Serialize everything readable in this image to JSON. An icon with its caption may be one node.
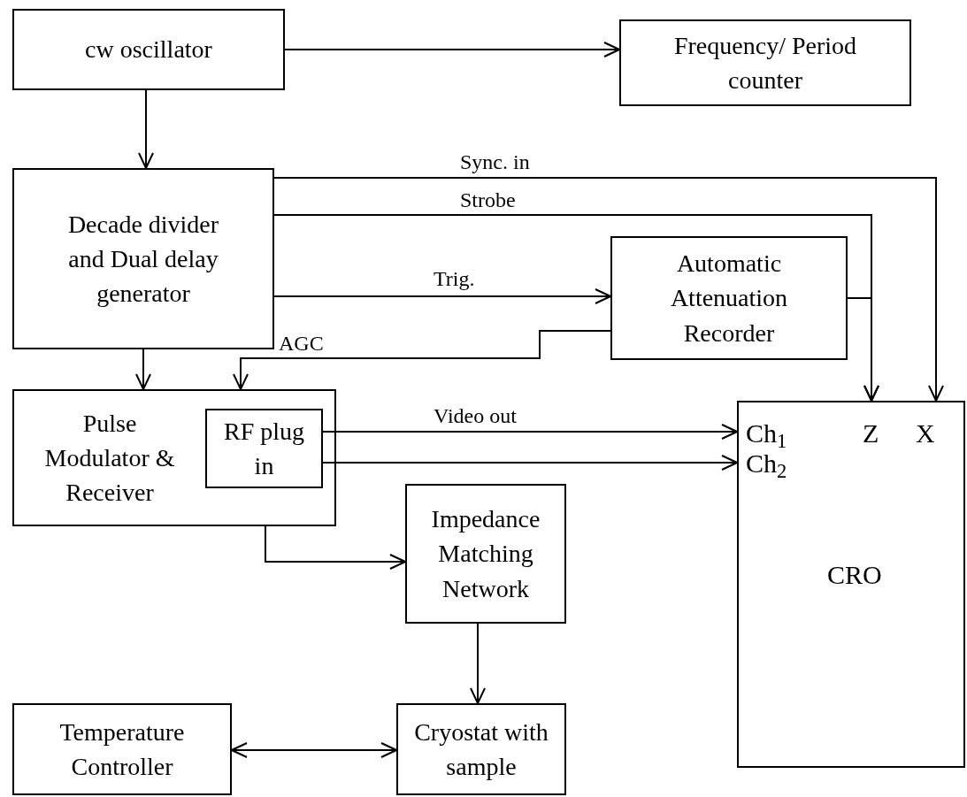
{
  "diagram": {
    "nodes": [
      {
        "text": [
          "cw oscillator"
        ]
      },
      {
        "text": [
          "Frequency/ Period counter"
        ]
      },
      {
        "text": [
          "Decade divider and Dual delay generator"
        ]
      },
      {
        "text": [
          "Automatic Attenuation Recorder"
        ]
      },
      {
        "text": [
          "Pulse Modulator & Receiver"
        ]
      },
      {
        "text": [
          "RF plug in"
        ],
        "in": 4
      },
      {
        "text": [
          "Ch$_{1}$",
          "Z",
          "X",
          "Ch$_{2}$",
          "CRO"
        ]
      },
      {
        "text": [
          "Impedance Matching Network"
        ]
      },
      {
        "text": [
          "Temperature Controller"
        ]
      },
      {
        "text": [
          "Cryostat with sample"
        ]
      }
    ],
    "edges": [
      {
        "from": 0,
        "to": 1,
        "arrow": "to"
      },
      {
        "from": 0,
        "to": 2,
        "arrow": "to"
      },
      {
        "from": 2,
        "to": 6,
        "arrow": "to",
        "label": "Sync. in"
      },
      {
        "from": 2,
        "to": 6,
        "arrow": "to",
        "label": "Strobe"
      },
      {
        "from": 2,
        "to": 3,
        "arrow": "to",
        "label": "Trig."
      },
      {
        "from": 3,
        "to": 6,
        "arrow": "to"
      },
      {
        "from": 3,
        "to": 4,
        "arrow": "to",
        "label": "AGC"
      },
      {
        "from": 2,
        "to": 4,
        "arrow": "to"
      },
      {
        "from": 5,
        "to": 6,
        "arrow": "to",
        "label": "Video out"
      },
      {
        "from": 5,
        "to": 6,
        "arrow": "to"
      },
      {
        "from": 4,
        "to": 7,
        "arrow": "to"
      },
      {
        "from": 7,
        "to": 9,
        "arrow": "to"
      },
      {
        "from": 8,
        "to": 9,
        "arrow": "both"
      }
    ]
  }
}
